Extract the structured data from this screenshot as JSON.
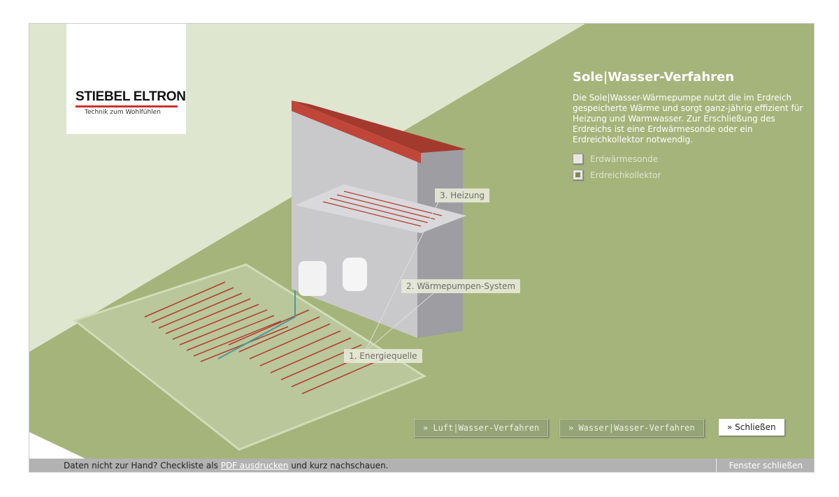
{
  "logo": {
    "brand": "STIEBEL ELTRON",
    "tagline": "Technik zum Wohlfühlen"
  },
  "panel": {
    "title": "Sole|Wasser-Verfahren",
    "description": "Die Sole|Wasser-Wärmepumpe nutzt die im Erdreich gespeicherte Wärme und sorgt ganz-jährig effizient für Heizung und Warmwasser. Zur Erschließung des Erdreichs ist eine Erdwärmesonde oder ein Erdreichkollektor notwendig.",
    "options": [
      {
        "label": "Erdwärmesonde",
        "checked": false
      },
      {
        "label": "Erdreichkollektor",
        "checked": true
      }
    ]
  },
  "labels": {
    "heizung": "3. Heizung",
    "system": "2. Wärmepumpen-System",
    "quelle": "1. Energiequelle"
  },
  "buttons": {
    "luft": "» Luft|Wasser-Verfahren",
    "wasser": "» Wasser|Wasser-Verfahren",
    "close": "» Schließen"
  },
  "footer": {
    "prefix": "Daten nicht zur Hand? Checkliste als",
    "link": "PDF ausdrucken",
    "suffix": "und kurz nachschauen.",
    "close_window": "Fenster schließen"
  },
  "colors": {
    "olive": "#a5b47a",
    "light": "#dfe6d0",
    "roof": "#a33a2e"
  }
}
